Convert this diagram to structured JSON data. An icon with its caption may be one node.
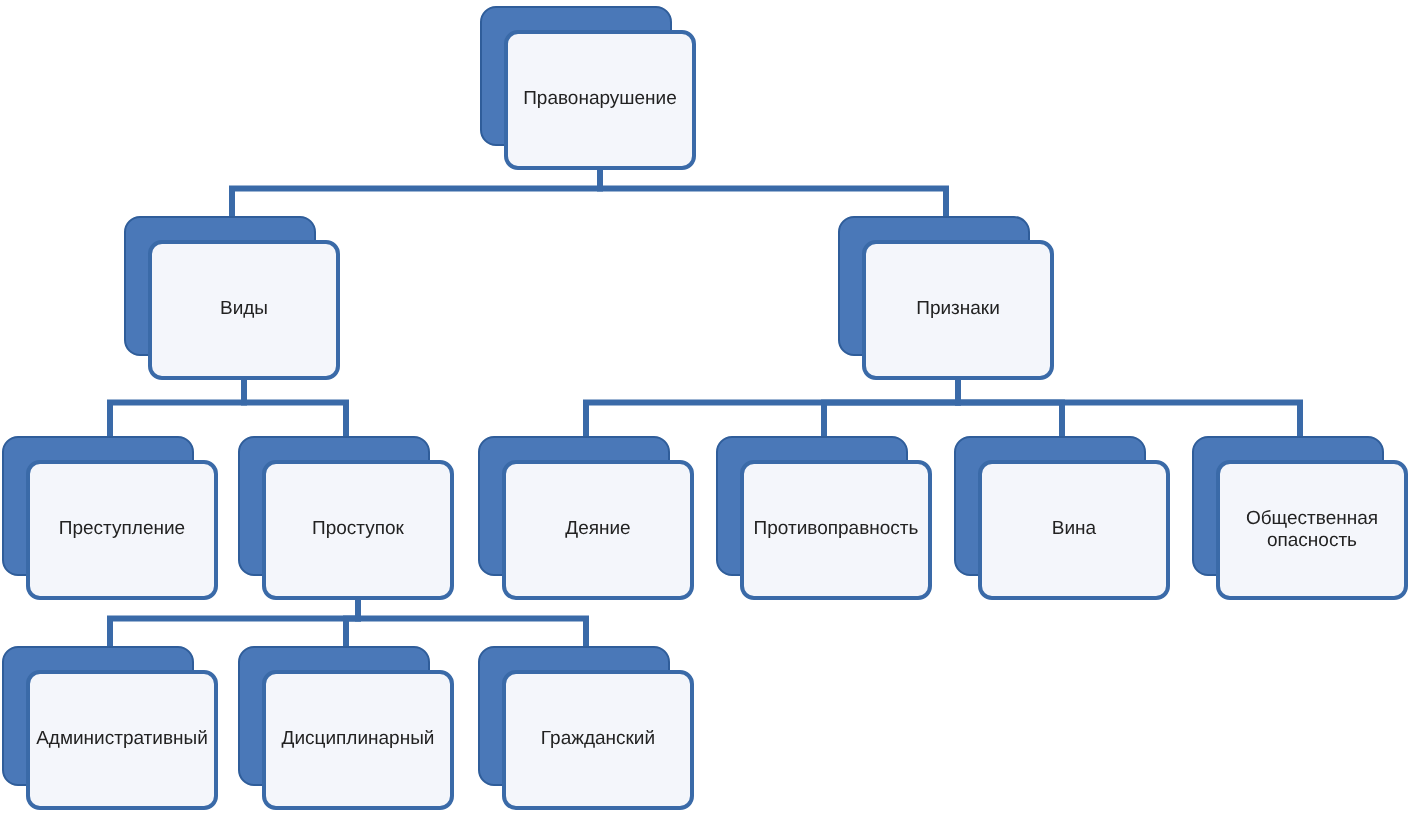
{
  "diagram": {
    "nodes": [
      {
        "text": [
          "Правонарушение"
        ]
      },
      {
        "text": [
          "Виды"
        ]
      },
      {
        "text": [
          "Признаки"
        ]
      },
      {
        "text": [
          "Преступление"
        ]
      },
      {
        "text": [
          "Проступок"
        ]
      },
      {
        "text": [
          "Деяние"
        ]
      },
      {
        "text": [
          "Противоправность"
        ]
      },
      {
        "text": [
          "Вина"
        ]
      },
      {
        "text": [
          "Общественная опасность"
        ]
      },
      {
        "text": [
          "Административный"
        ]
      },
      {
        "text": [
          "Дисциплинарный"
        ]
      },
      {
        "text": [
          "Гражданский"
        ]
      }
    ],
    "edges": [
      {
        "from": 0,
        "to": 1,
        "arrow": "none"
      },
      {
        "from": 0,
        "to": 2,
        "arrow": "none"
      },
      {
        "from": 1,
        "to": 3,
        "arrow": "none"
      },
      {
        "from": 1,
        "to": 4,
        "arrow": "none"
      },
      {
        "from": 2,
        "to": 5,
        "arrow": "none"
      },
      {
        "from": 2,
        "to": 6,
        "arrow": "none"
      },
      {
        "from": 2,
        "to": 7,
        "arrow": "none"
      },
      {
        "from": 2,
        "to": 8,
        "arrow": "none"
      },
      {
        "from": 4,
        "to": 9,
        "arrow": "none"
      },
      {
        "from": 4,
        "to": 10,
        "arrow": "none"
      },
      {
        "from": 4,
        "to": 11,
        "arrow": "none"
      }
    ]
  }
}
